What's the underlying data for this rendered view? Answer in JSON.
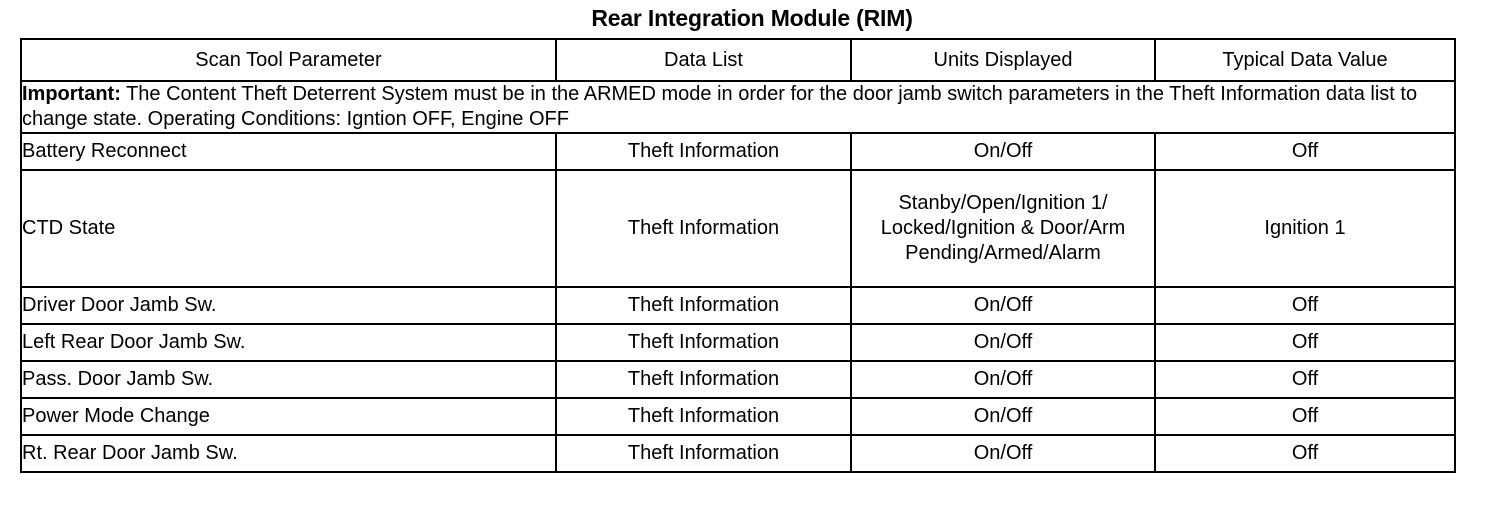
{
  "document": {
    "title": "Rear Integration Module (RIM)"
  },
  "table": {
    "headers": [
      "Scan Tool Parameter",
      "Data List",
      "Units Displayed",
      "Typical Data Value"
    ],
    "note": {
      "label": "Important:",
      "text": " The Content Theft Deterrent System must be in the ARMED mode in order for the door jamb switch parameters in the Theft Information data list to change state. Operating Conditions: Igntion OFF, Engine OFF"
    },
    "rows": [
      {
        "parameter": "Battery Reconnect",
        "data_list": "Theft Information",
        "units": "On/Off",
        "typical_value": "Off"
      },
      {
        "parameter": "CTD State",
        "data_list": "Theft Information",
        "units": "Stanby/Open/Ignition 1/ Locked/Ignition & Door/Arm Pending/Armed/Alarm",
        "typical_value": "Ignition 1"
      },
      {
        "parameter": "Driver Door Jamb Sw.",
        "data_list": "Theft Information",
        "units": "On/Off",
        "typical_value": "Off"
      },
      {
        "parameter": "Left Rear Door Jamb Sw.",
        "data_list": "Theft Information",
        "units": "On/Off",
        "typical_value": "Off"
      },
      {
        "parameter": "Pass. Door Jamb Sw.",
        "data_list": "Theft Information",
        "units": "On/Off",
        "typical_value": "Off"
      },
      {
        "parameter": "Power Mode Change",
        "data_list": "Theft Information",
        "units": "On/Off",
        "typical_value": "Off"
      },
      {
        "parameter": "Rt. Rear Door Jamb Sw.",
        "data_list": "Theft Information",
        "units": "On/Off",
        "typical_value": "Off"
      }
    ]
  },
  "colors": {
    "text": "#000000",
    "background": "#ffffff",
    "border": "#000000"
  }
}
